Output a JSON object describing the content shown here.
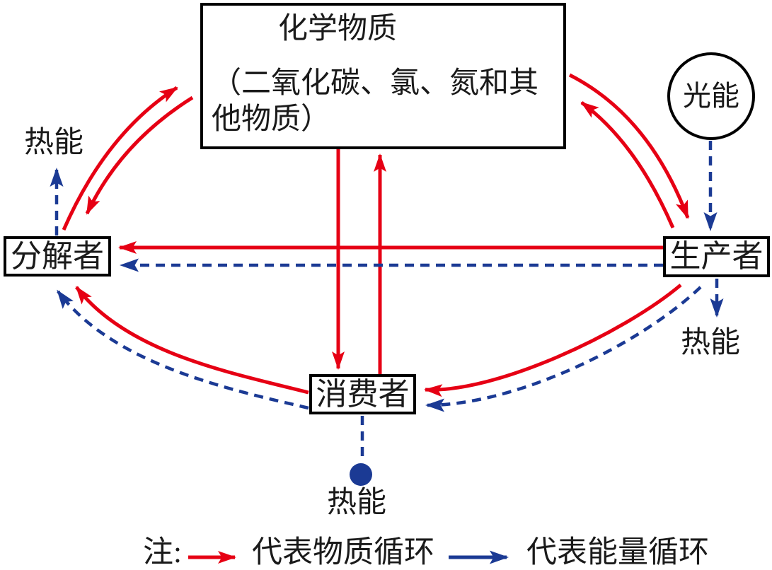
{
  "nodes": {
    "chemical": {
      "title": "化学物质",
      "subtitle": "（二氧化碳、氯、氮和其他物质）"
    },
    "light": {
      "label": "光能"
    },
    "decomposer": {
      "label": "分解者"
    },
    "producer": {
      "label": "生产者"
    },
    "consumer": {
      "label": "消费者"
    }
  },
  "heat_labels": {
    "top_left": "热能",
    "right": "热能",
    "bottom": "热能"
  },
  "legend": {
    "prefix": "注:",
    "material_label": "代表物质循环",
    "energy_label": "代表能量循环"
  },
  "colors": {
    "material_arrow_red": "#e60014",
    "energy_arrow_blue": "#1b3a94",
    "node_border": "#000000",
    "text": "#1a1a1a",
    "background": "#ffffff"
  },
  "edges": [
    {
      "from": "decomposer",
      "to": "chemical",
      "type": "material"
    },
    {
      "from": "chemical",
      "to": "decomposer",
      "type": "material"
    },
    {
      "from": "chemical",
      "to": "producer",
      "type": "material"
    },
    {
      "from": "producer",
      "to": "chemical",
      "type": "material"
    },
    {
      "from": "producer",
      "to": "decomposer",
      "type": "material"
    },
    {
      "from": "chemical",
      "to": "consumer",
      "type": "material"
    },
    {
      "from": "consumer",
      "to": "chemical",
      "type": "material"
    },
    {
      "from": "consumer",
      "to": "decomposer",
      "type": "material"
    },
    {
      "from": "producer",
      "to": "consumer",
      "type": "material"
    },
    {
      "from": "light",
      "to": "producer",
      "type": "energy"
    },
    {
      "from": "producer",
      "to": "decomposer",
      "type": "energy"
    },
    {
      "from": "producer",
      "to": "heat_right",
      "type": "energy"
    },
    {
      "from": "decomposer",
      "to": "heat_top_left",
      "type": "energy"
    },
    {
      "from": "consumer",
      "to": "decomposer",
      "type": "energy"
    },
    {
      "from": "producer",
      "to": "consumer",
      "type": "energy"
    },
    {
      "from": "consumer",
      "to": "heat_bottom",
      "type": "energy"
    }
  ]
}
